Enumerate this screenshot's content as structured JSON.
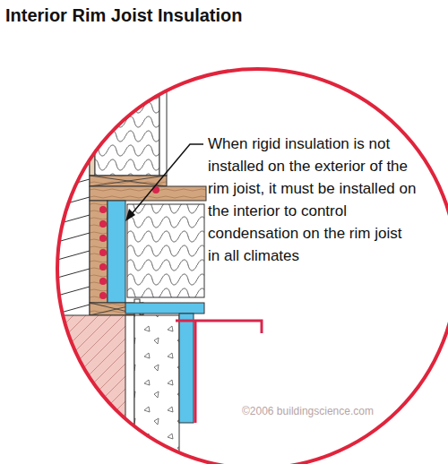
{
  "diagram": {
    "title": "Interior Rim Joist Insulation",
    "labels": [
      "When rigid insulation is not installed on the exterior of the rim joist, it must be installed on the interior to control condensation on the rim joist in all climates",
      "©2006 buildingscience.com"
    ]
  }
}
